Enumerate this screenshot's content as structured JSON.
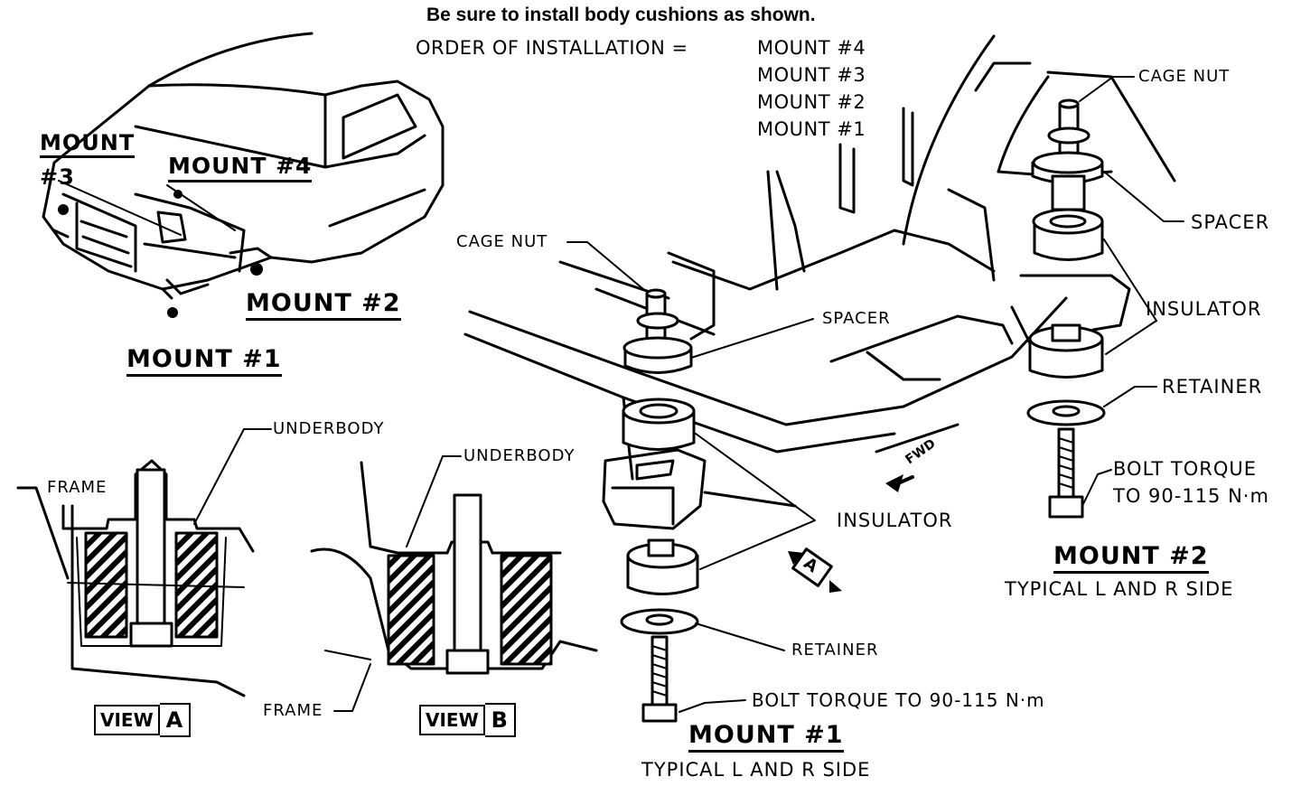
{
  "header": {
    "note": "Be sure to install body cushions as shown.",
    "order_label": "ORDER OF INSTALLATION  =",
    "order": [
      "MOUNT #4",
      "MOUNT #3",
      "MOUNT #2",
      "MOUNT #1"
    ]
  },
  "car_view": {
    "mount3_line1": "MOUNT",
    "mount3_line2": "#3",
    "mount4": "MOUNT  #4",
    "mount2": "MOUNT  #2",
    "mount1": "MOUNT  #1"
  },
  "view_a": {
    "underbody": "UNDERBODY",
    "frame": "FRAME",
    "view_word": "VIEW",
    "view_letter": "A"
  },
  "view_b": {
    "underbody": "UNDERBODY",
    "frame": "FRAME",
    "view_word": "VIEW",
    "view_letter": "B"
  },
  "mount1": {
    "cage_nut": "CAGE NUT",
    "spacer": "SPACER",
    "insulator": "INSULATOR",
    "retainer": "RETAINER",
    "bolt_torque": "BOLT TORQUE TO 90-115 N·m",
    "title": "MOUNT  #1",
    "subtitle": "TYPICAL L AND R SIDE"
  },
  "mount2": {
    "cage_nut": "CAGE NUT",
    "spacer": "SPACER",
    "insulator": "INSULATOR",
    "retainer": "RETAINER",
    "bolt_torque_line1": "BOLT TORQUE",
    "bolt_torque_line2": "TO 90-115 N·m",
    "title": "MOUNT  #2",
    "subtitle": "TYPICAL L AND R SIDE"
  },
  "markers": {
    "fwd": "FWD",
    "view_a_arrow": "A"
  }
}
